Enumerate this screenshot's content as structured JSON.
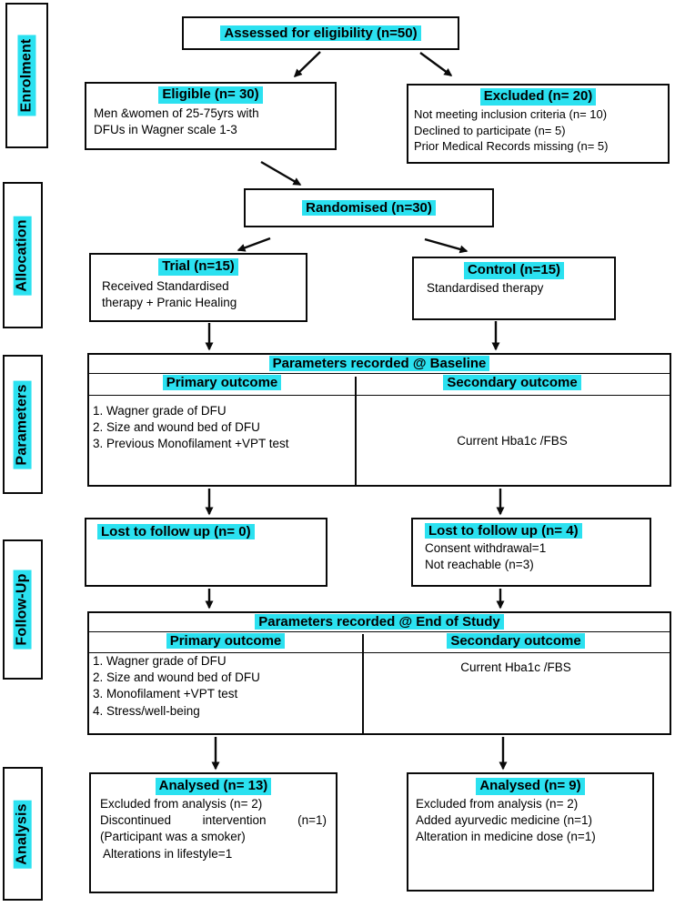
{
  "colors": {
    "highlight": "#2be1f0",
    "line": "#0a0a0a"
  },
  "sidebar": {
    "enrolment": "Enrolment",
    "allocation": "Allocation",
    "parameters": "Parameters",
    "followup": "Follow-Up",
    "analysis": "Analysis"
  },
  "enrolment": {
    "assessed_title": "Assessed for eligibility (n=50)",
    "eligible": {
      "title": "Eligible (n= 30)",
      "line1": "Men &women of 25-75yrs with",
      "line2": "DFUs in Wagner scale 1-3"
    },
    "excluded": {
      "title": "Excluded (n= 20)",
      "line1": "Not meeting inclusion criteria (n= 10)",
      "line2": "Declined to participate (n= 5)",
      "line3": "Prior Medical Records missing (n= 5)"
    }
  },
  "allocation": {
    "randomised_title": "Randomised (n=30)",
    "trial": {
      "title": "Trial (n=15)",
      "line1": "Received Standardised",
      "line2": "therapy + Pranic Healing"
    },
    "control": {
      "title": "Control (n=15)",
      "line1": "Standardised therapy"
    }
  },
  "baseline_table": {
    "title": "Parameters recorded @ Baseline",
    "primary_header": "Primary outcome",
    "secondary_header": "Secondary outcome",
    "primary_items": [
      "1. Wagner grade of DFU",
      "2. Size and wound bed of DFU",
      "3. Previous Monofilament +VPT test"
    ],
    "secondary_value": "Current Hba1c /FBS"
  },
  "followup": {
    "lost_trial": {
      "title": "Lost to follow up (n= 0)"
    },
    "lost_control": {
      "title": "Lost to follow up (n= 4)",
      "line1": "Consent withdrawal=1",
      "line2": "Not reachable (n=3)"
    }
  },
  "endstudy_table": {
    "title": "Parameters recorded @ End of Study",
    "primary_header": "Primary outcome",
    "secondary_header": "Secondary outcome",
    "primary_items": [
      "1. Wagner grade of DFU",
      "2. Size and wound bed of DFU",
      "3. Monofilament +VPT test",
      "4. Stress/well-being"
    ],
    "secondary_value": "Current Hba1c /FBS"
  },
  "analysis": {
    "trial": {
      "title": "Analysed (n= 13)",
      "line1": "Excluded from analysis (n= 2)",
      "line2": "Discontinued intervention (n=1) (Participant was a smoker)",
      "line3": "Alterations in lifestyle=1"
    },
    "control": {
      "title": "Analysed (n= 9)",
      "line1": "Excluded from analysis (n= 2)",
      "line2": "Added ayurvedic medicine (n=1)",
      "line3": "Alteration in medicine dose (n=1)"
    }
  }
}
